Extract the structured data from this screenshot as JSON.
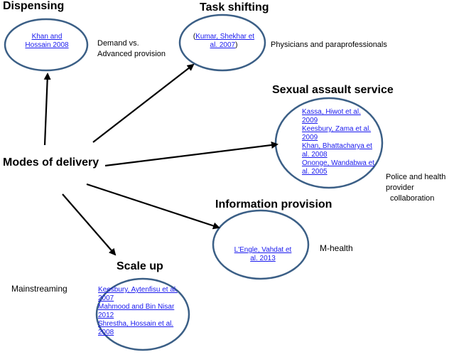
{
  "center": {
    "label": "Modes of delivery"
  },
  "nodes": {
    "dispensing": {
      "heading": "Dispensing",
      "refs": [
        "Khan and Hossain 2008"
      ],
      "note_lines": [
        "Demand vs.",
        "Advanced provision"
      ]
    },
    "task_shifting": {
      "heading": "Task shifting",
      "open_paren": "(",
      "refs": [
        "Kumar, Shekhar et al. 2007"
      ],
      "close_paren": ")",
      "note_lines": [
        "Physicians and paraprofessionals"
      ]
    },
    "sexual_assault": {
      "heading": "Sexual assault service",
      "refs": [
        "Kassa, Hiwot et al. 2009",
        "Keesbury, Zama et al. 2009",
        "Khan, Bhattacharya et al. 2008",
        "Ononge, Wandabwa et al. 2005"
      ],
      "note_lines": [
        "Police and health provider",
        "collaboration"
      ]
    },
    "information": {
      "heading": "Information provision",
      "refs": [
        "L'Engle, Vahdat et al. 2013"
      ],
      "note_lines": [
        "M-health"
      ]
    },
    "scale_up": {
      "heading": "Scale up",
      "refs": [
        "Keesbury, Aytenfisu et al. 2007",
        "Mahmood and Bin Nisar 2012",
        "Shrestha, Hossain et al. 2008"
      ],
      "note_lines": [
        "Mainstreaming"
      ]
    }
  },
  "colors": {
    "ellipse_stroke": "#3b5f86",
    "link": "#1a1aee",
    "arrow": "#000000"
  }
}
